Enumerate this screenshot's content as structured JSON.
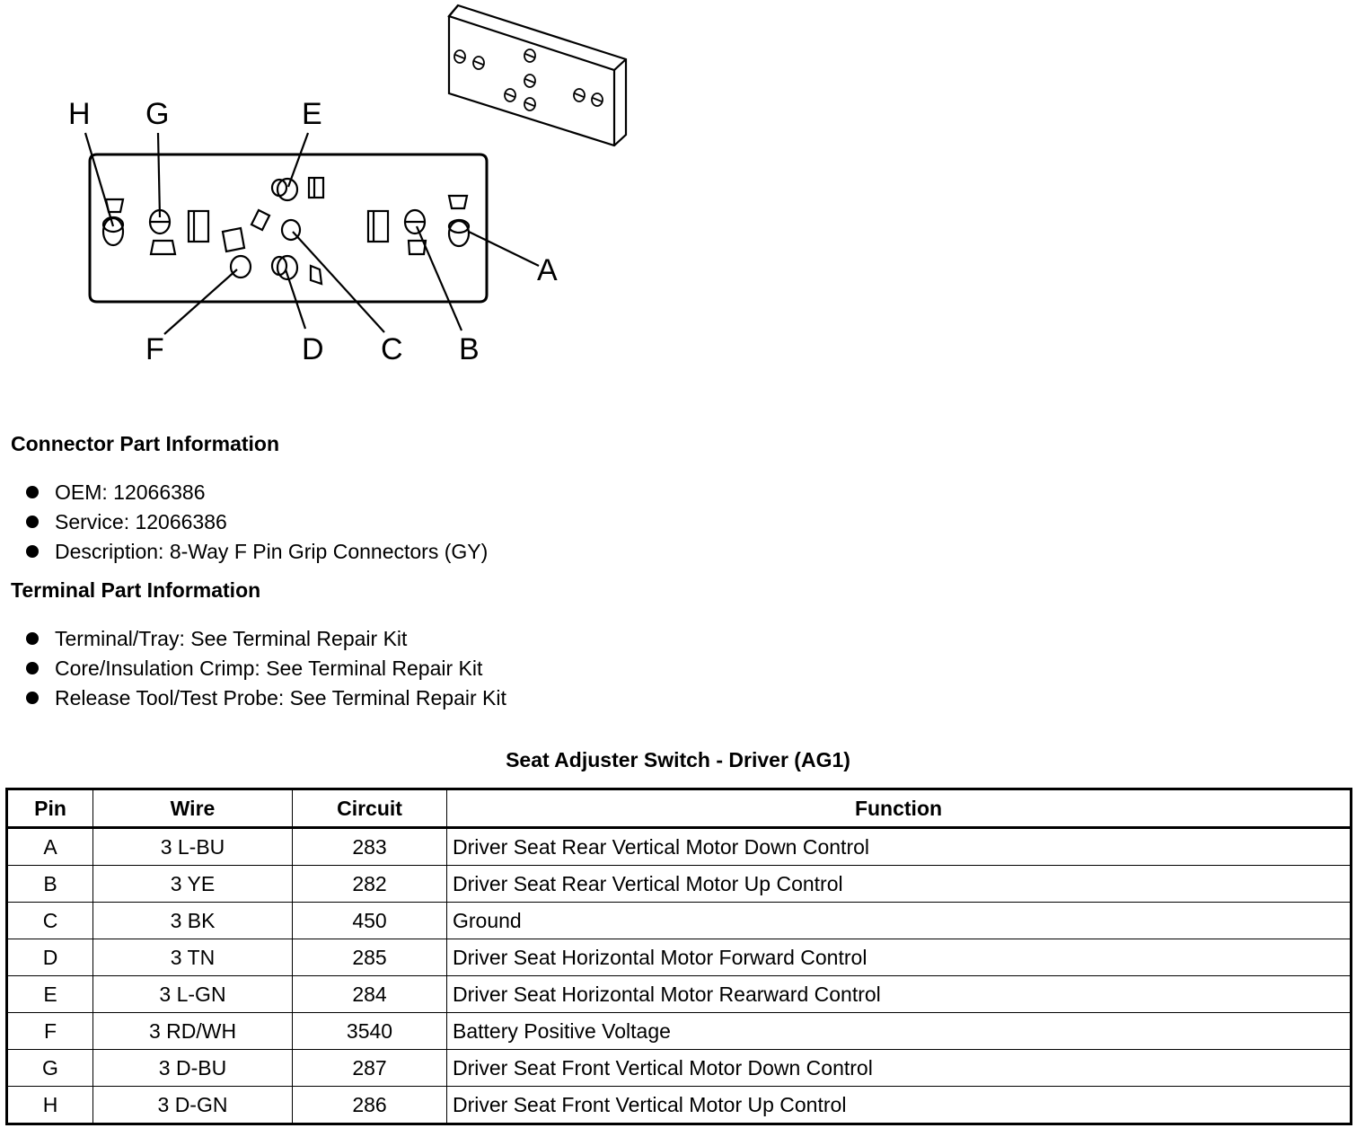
{
  "diagram": {
    "pin_labels": [
      "H",
      "G",
      "E",
      "A",
      "F",
      "D",
      "C",
      "B"
    ]
  },
  "connector_info": {
    "heading": "Connector Part Information",
    "items": [
      "OEM: 12066386",
      "Service: 12066386",
      "Description: 8-Way F Pin Grip Connectors (GY)"
    ]
  },
  "terminal_info": {
    "heading": "Terminal Part Information",
    "items": [
      "Terminal/Tray: See Terminal Repair Kit",
      "Core/Insulation Crimp: See Terminal Repair Kit",
      "Release Tool/Test Probe: See Terminal Repair Kit"
    ]
  },
  "table": {
    "title": "Seat Adjuster Switch - Driver (AG1)",
    "headers": [
      "Pin",
      "Wire",
      "Circuit",
      "Function"
    ],
    "rows": [
      [
        "A",
        "3 L-BU",
        "283",
        "Driver Seat Rear Vertical Motor Down Control"
      ],
      [
        "B",
        "3 YE",
        "282",
        "Driver Seat Rear Vertical Motor Up Control"
      ],
      [
        "C",
        "3 BK",
        "450",
        "Ground"
      ],
      [
        "D",
        "3 TN",
        "285",
        "Driver Seat Horizontal Motor Forward Control"
      ],
      [
        "E",
        "3 L-GN",
        "284",
        "Driver Seat Horizontal Motor Rearward Control"
      ],
      [
        "F",
        "3 RD/WH",
        "3540",
        "Battery Positive Voltage"
      ],
      [
        "G",
        "3 D-BU",
        "287",
        "Driver Seat Front Vertical Motor Down Control"
      ],
      [
        "H",
        "3 D-GN",
        "286",
        "Driver Seat Front Vertical Motor Up Control"
      ]
    ]
  }
}
